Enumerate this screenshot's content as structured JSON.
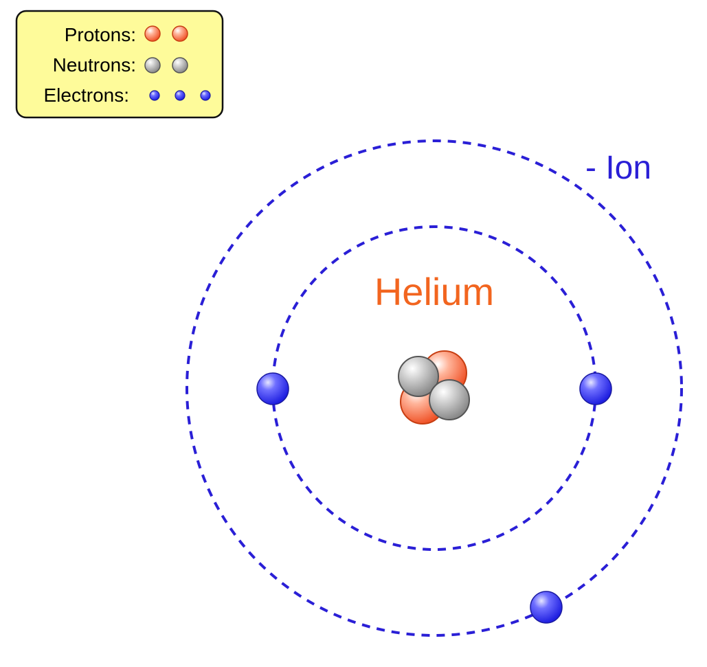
{
  "legend": {
    "protons_label": "Protons:",
    "neutrons_label": "Neutrons:",
    "electrons_label": "Electrons:",
    "protons_count": 2,
    "neutrons_count": 2,
    "electrons_count": 3,
    "background_color": "#fefb9a",
    "border_color": "#111111"
  },
  "element_name": "Helium",
  "ion_label": "- Ion",
  "colors": {
    "proton": "#f5734a",
    "neutron": "#9c9c9c",
    "electron": "#3a3aff",
    "orbit": "#2a1fd6",
    "element_name": "#f2651f",
    "ion_label": "#2a1fd6"
  },
  "shells": [
    {
      "name": "inner",
      "electrons": 2
    },
    {
      "name": "outer",
      "electrons": 1
    }
  ]
}
